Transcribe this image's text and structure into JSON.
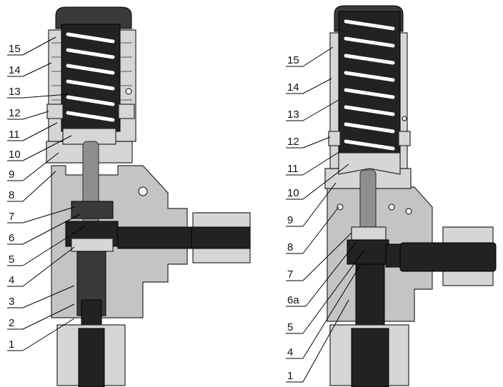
{
  "left_view": {
    "labels": [
      "15",
      "14",
      "13",
      "12",
      "11",
      "10",
      "9",
      "8",
      "7",
      "6",
      "5",
      "4",
      "3",
      "2",
      "1"
    ]
  },
  "right_view": {
    "labels": [
      "15",
      "14",
      "13",
      "12",
      "11",
      "10",
      "9",
      "8",
      "7",
      "6a",
      "5",
      "4",
      "1"
    ]
  },
  "colors": {
    "body": "#c4c4c4",
    "dark_part": "#222222",
    "stem": "#8e8e8e",
    "background": "#ffffff"
  }
}
